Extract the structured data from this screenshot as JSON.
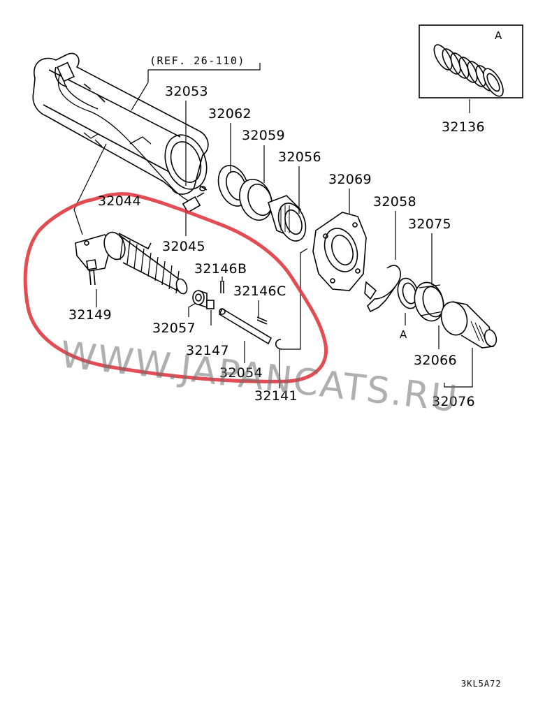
{
  "reference": "(REF. 26-110)",
  "diagram_code": "3KL5A72",
  "callout_letter": "A",
  "watermark": "WWW.JAPANCATS.RU",
  "highlight_color": "#e0393f",
  "parts": {
    "p32053": "32053",
    "p32062": "32062",
    "p32059": "32059",
    "p32056": "32056",
    "p32069": "32069",
    "p32058": "32058",
    "p32075": "32075",
    "p32136": "32136",
    "p32044": "32044",
    "p32045": "32045",
    "p32146B": "32146B",
    "p32146C": "32146C",
    "p32149": "32149",
    "p32057": "32057",
    "p32147": "32147",
    "p32054": "32054",
    "p32141": "32141",
    "p32066": "32066",
    "p32076": "32076"
  }
}
